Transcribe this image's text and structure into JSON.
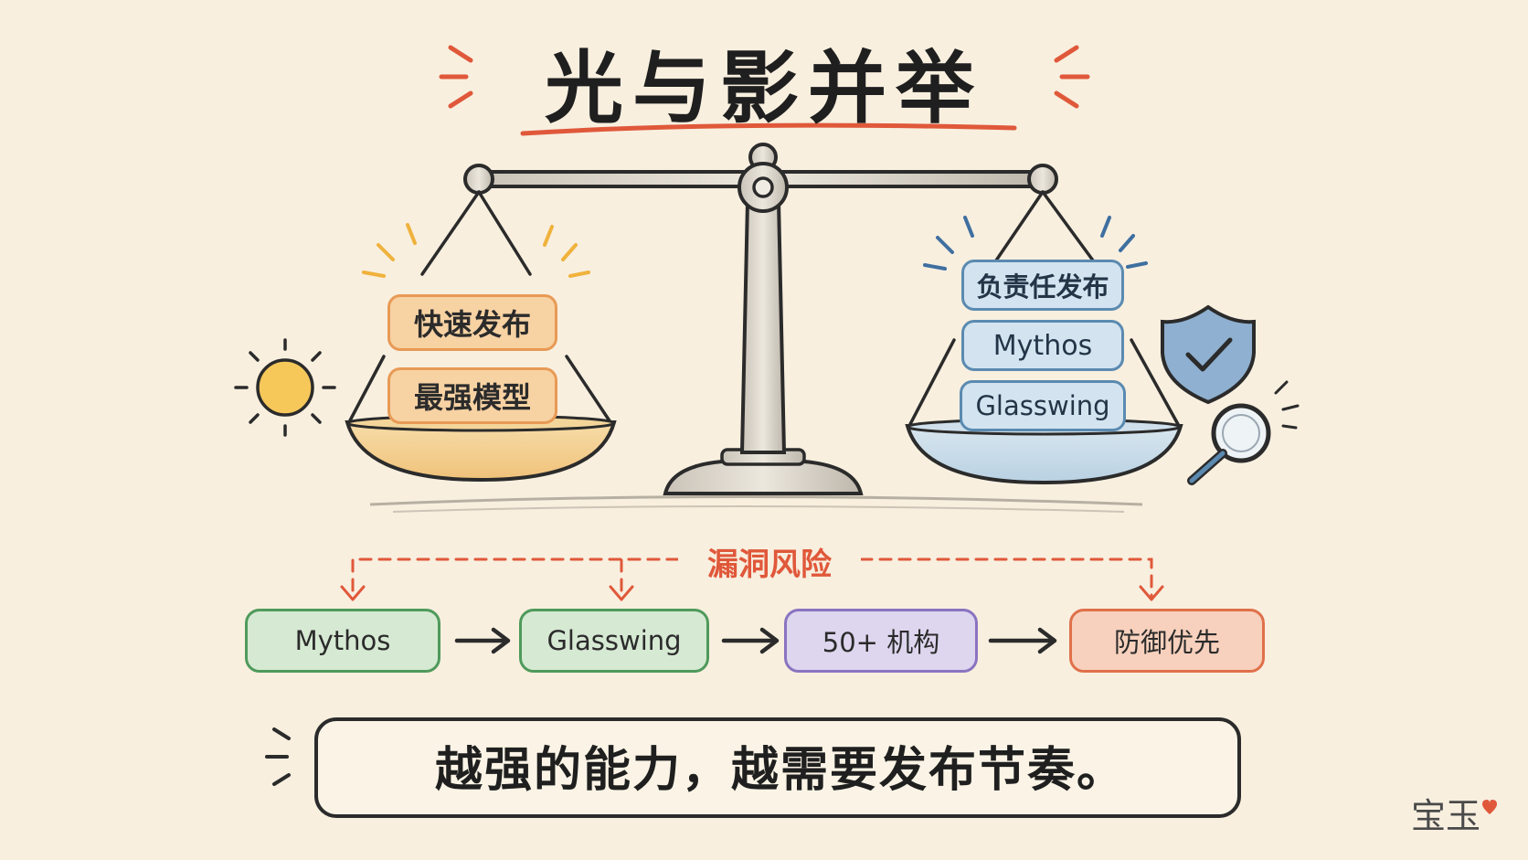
{
  "title": "光与影并举",
  "left_pan": {
    "items": [
      "快速发布",
      "最强模型"
    ]
  },
  "right_pan": {
    "items": [
      "负责任发布",
      "Mythos",
      "Glasswing"
    ]
  },
  "risk_label": "漏洞风险",
  "flow": [
    {
      "label": "Mythos"
    },
    {
      "label": "Glasswing"
    },
    {
      "label": "50+ 机构"
    },
    {
      "label": "防御优先"
    }
  ],
  "quote": "越强的能力，越需要发布节奏。",
  "signature": "宝玉",
  "colors": {
    "background": "#f8efdf",
    "accent_red": "#e0583a",
    "orange": "#e89a55",
    "blue": "#5b8ab0",
    "green": "#4f9a5b",
    "purple": "#8a74c0"
  },
  "icons": [
    "sun-icon",
    "shield-check-icon",
    "magnifier-icon",
    "star-icon",
    "heart-icon",
    "balance-scale-icon"
  ]
}
